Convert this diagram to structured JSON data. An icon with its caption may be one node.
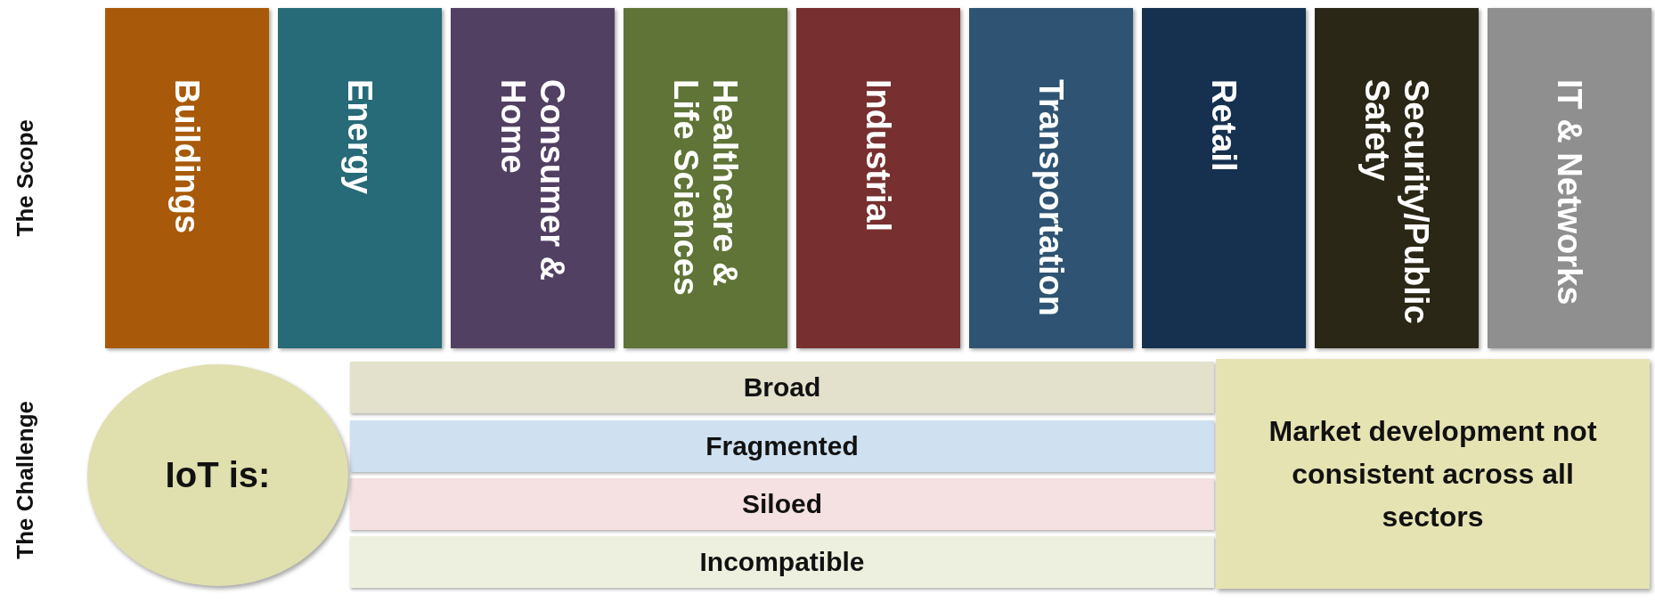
{
  "diagram": {
    "nodes": [
      {
        "text": [
          "Buildings"
        ]
      },
      {
        "text": [
          "Energy"
        ]
      },
      {
        "text": [
          "Consumer & Home"
        ]
      },
      {
        "text": [
          "Healthcare & Life Sciences"
        ]
      },
      {
        "text": [
          "Industrial"
        ]
      },
      {
        "text": [
          "Transportation"
        ]
      },
      {
        "text": [
          "Retail"
        ]
      },
      {
        "text": [
          "Security/Public Safety"
        ]
      },
      {
        "text": [
          "IT & Networks"
        ]
      },
      {
        "text": [
          "Broad"
        ]
      },
      {
        "text": [
          "Fragmented"
        ]
      },
      {
        "text": [
          "Siloed"
        ]
      },
      {
        "text": [
          "Incompatible"
        ]
      },
      {
        "text": [
          "IoT is:"
        ]
      },
      {
        "text": [
          "Market development not consistent across all sectors"
        ]
      }
    ],
    "edges": [],
    "labels": [
      "The Scope",
      "The Challenge"
    ]
  }
}
